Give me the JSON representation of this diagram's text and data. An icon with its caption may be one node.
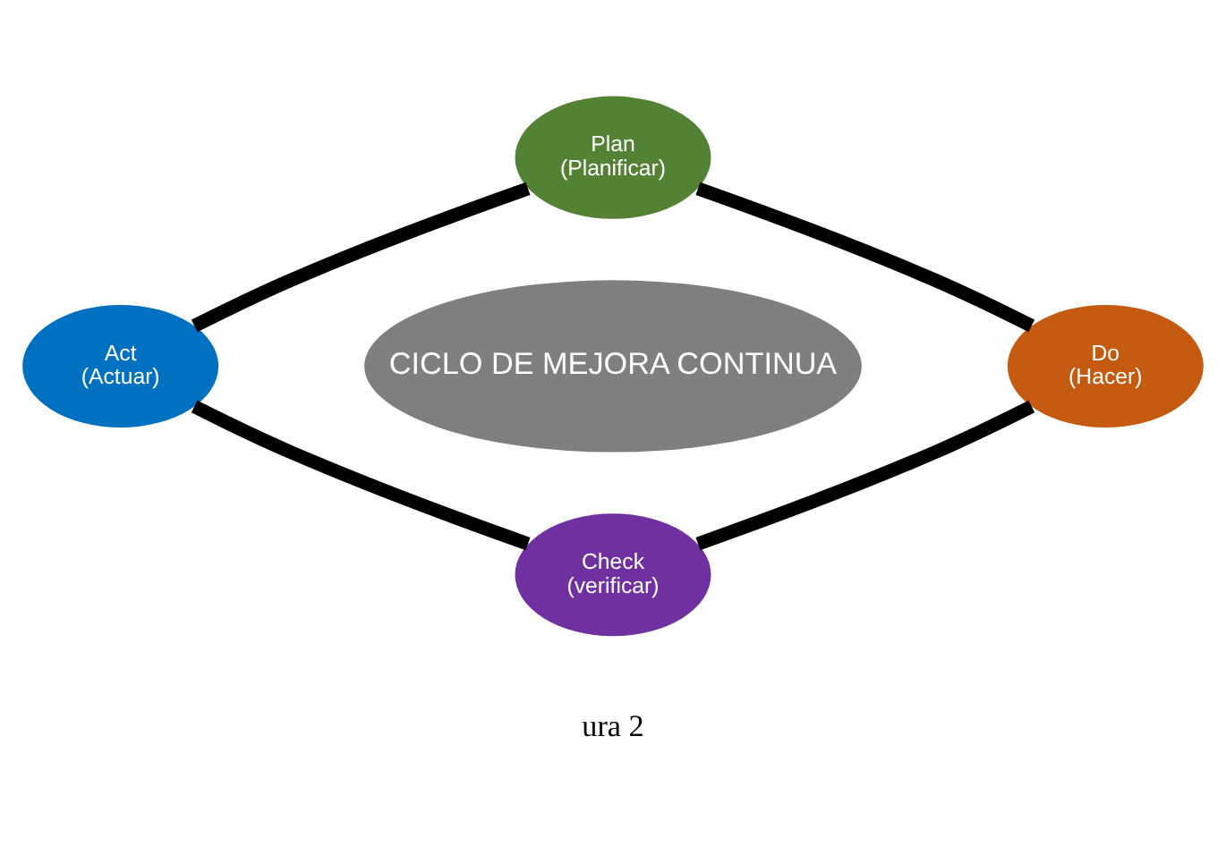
{
  "diagram": {
    "nodes": [
      {
        "text": [
          "Plan",
          "(Planificar)"
        ]
      },
      {
        "text": [
          "Act",
          "(Actuar)"
        ]
      },
      {
        "text": [
          "CICLO DE MEJORA CONTINUA"
        ]
      },
      {
        "text": [
          "Do",
          "(Hacer)"
        ]
      },
      {
        "text": [
          "Check",
          "(verificar)"
        ]
      }
    ],
    "edges": [
      {
        "from": 0,
        "to": 3,
        "arrow": "none"
      },
      {
        "from": 3,
        "to": 4,
        "arrow": "none"
      },
      {
        "from": 4,
        "to": 1,
        "arrow": "none"
      },
      {
        "from": 1,
        "to": 0,
        "arrow": "none"
      }
    ],
    "labels": [
      "ura 2"
    ]
  }
}
